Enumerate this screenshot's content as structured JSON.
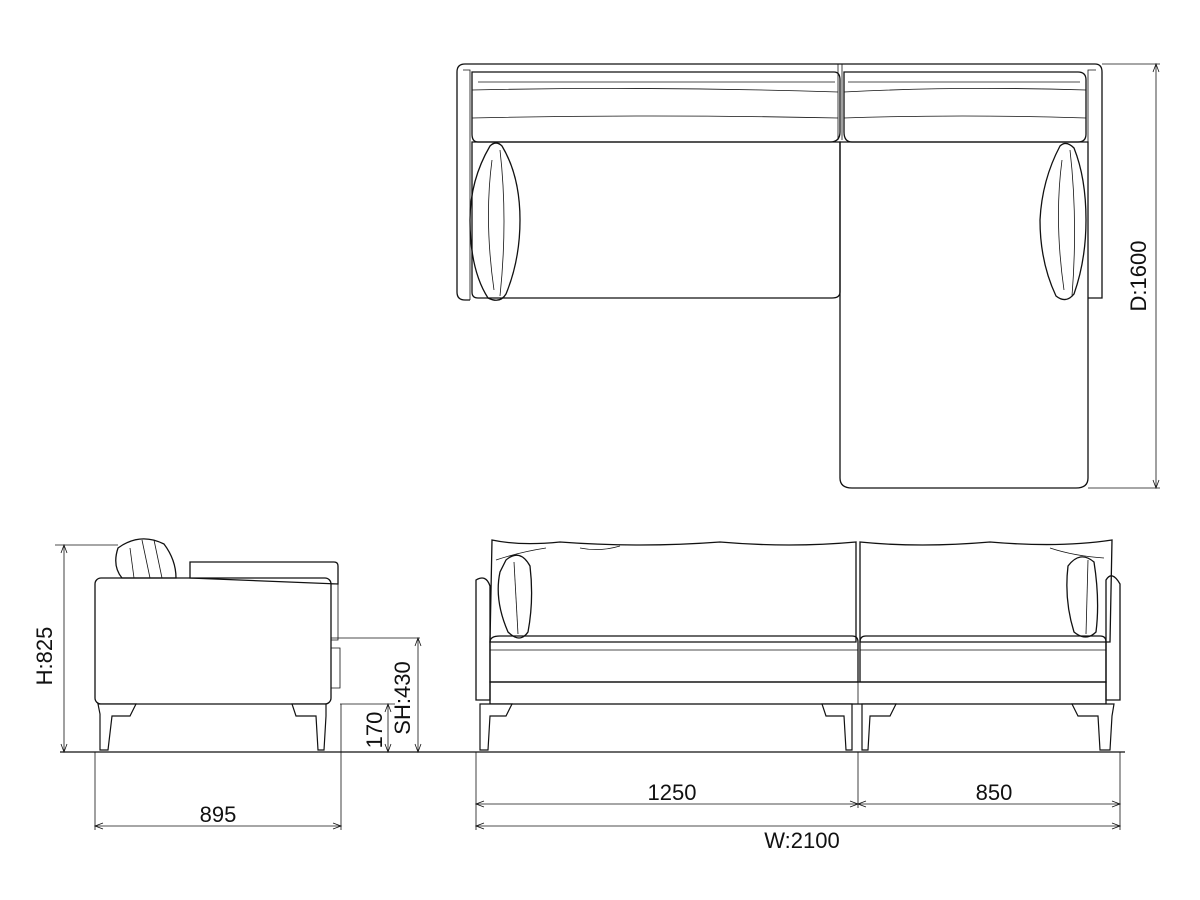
{
  "drawing": {
    "views": [
      "plan-view",
      "side-view",
      "front-view"
    ],
    "dimensions": {
      "depth_total": "D:1600",
      "height_total": "H:825",
      "seat_height": "SH:430",
      "leg_height": "170",
      "side_depth": "895",
      "module_left_width": "1250",
      "module_right_width": "850",
      "width_total": "W:2100"
    },
    "colors": {
      "line": "#111111",
      "background": "#ffffff"
    }
  }
}
